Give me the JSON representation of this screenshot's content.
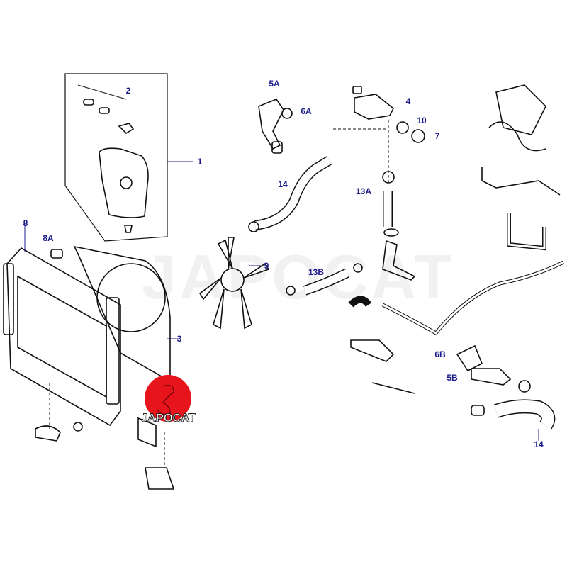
{
  "watermark": "JAPOCAT",
  "logo": {
    "text": "JAPOCAT",
    "color": "#e8141b"
  },
  "label_color": "#1c1c8a",
  "callouts": {
    "c1": "1",
    "c2": "2",
    "c3": "3",
    "c4": "4",
    "c5A": "5A",
    "c6A": "6A",
    "c7": "7",
    "c8": "8",
    "c8A": "8A",
    "c9": "9",
    "c10": "10",
    "c13A": "13A",
    "c13B": "13B",
    "c14a": "14",
    "c14b": "14",
    "c5B": "5B",
    "c6B": "6B"
  }
}
